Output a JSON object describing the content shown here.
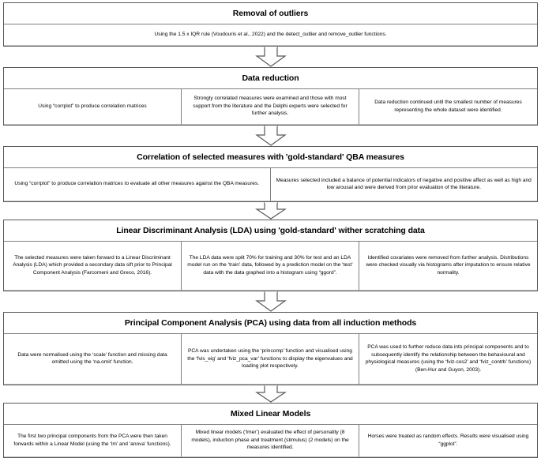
{
  "diagram": {
    "title": "Data analysis workflow flowchart",
    "colors": {
      "border": "#595959",
      "divider": "#808080",
      "background": "#ffffff",
      "text": "#000000"
    },
    "arrow_icon": "down-block-arrow",
    "stages": [
      {
        "id": "removal-of-outliers",
        "title": "Removal of outliers",
        "columns": [
          "Using the 1.5 x IQR rule (Voudouris et al., 2022) and the detect_outlier and remove_outlier functions."
        ]
      },
      {
        "id": "data-reduction",
        "title": "Data reduction",
        "columns": [
          "Using “corrplot” to produce correlation matrices",
          "Strongly correlated measures were examined and those with most support from the literature and the Delphi experts were selected for further analysis.",
          "Data reduction continued until the smallest number of measures representing the whole dataset were identified."
        ]
      },
      {
        "id": "correlation-of-selected-measures",
        "title": "Correlation of selected measures with 'gold-standard' QBA measures",
        "columns": [
          "Using “corrplot” to produce correlation matrices to evaluate all other measures against the QBA measures.",
          "Measures selected included a balance of potential indicators of negative and positive affect as well as high and low arousal and were derived from prior evaluation of the literature."
        ]
      },
      {
        "id": "linear-discriminant-analysis",
        "title": "Linear Discriminant Analysis (LDA) using 'gold-standard' wither scratching data",
        "columns": [
          "The selected measures were taken forward to a Linear Discriminant Analysis (LDA) which provided a secondary data sift prior to Principal Component Analysis (Farcomeni and Greco, 2016).",
          "The LDA data were split 70% for training and 30% for test and an LDA model run on the ‘train’ data, followed by a prediction model on the ‘test’ data with the data graphed into a histogram using “ggord”.",
          "Identified covariates were removed from further analysis. Distributions were checked visually via histograms after imputation to ensure relative normality."
        ]
      },
      {
        "id": "principal-component-analysis",
        "title": "Principal Component Analysis (PCA) using data from all induction methods",
        "columns": [
          "Data were normalised using the ‘scale’ function and missing data omitted using the ‘na.omit’ function.",
          "PCA was undertaken using the ‘princomp’ function and visualised using the ‘fvis_eig’ and ‘fviz_pca_var’ functions to display the eigenvalues and loading plot respectively.",
          "PCA was used to further reduce data into principal components and to subsequently identify the relationship between the behavioural and physiological measures (using the ‘fviz-cos2’ and ‘fviz_contrb’ functions) (Ben-Hur and Guyon, 2003)."
        ]
      },
      {
        "id": "mixed-linear-models",
        "title": "Mixed Linear Models",
        "columns": [
          "The first two principal components from the PCA were then taken forwards within a Linear Model (using the ‘lm’ and ‘anova’ functions).",
          "Mixed linear models (‘lmer’) evaluated the effect of personality (8 models), induction phase and treatment (stimulus) (2 models) on the measures identified.",
          "Horses were treated as random effects. Results were visualised using “ggplot”."
        ]
      }
    ]
  }
}
